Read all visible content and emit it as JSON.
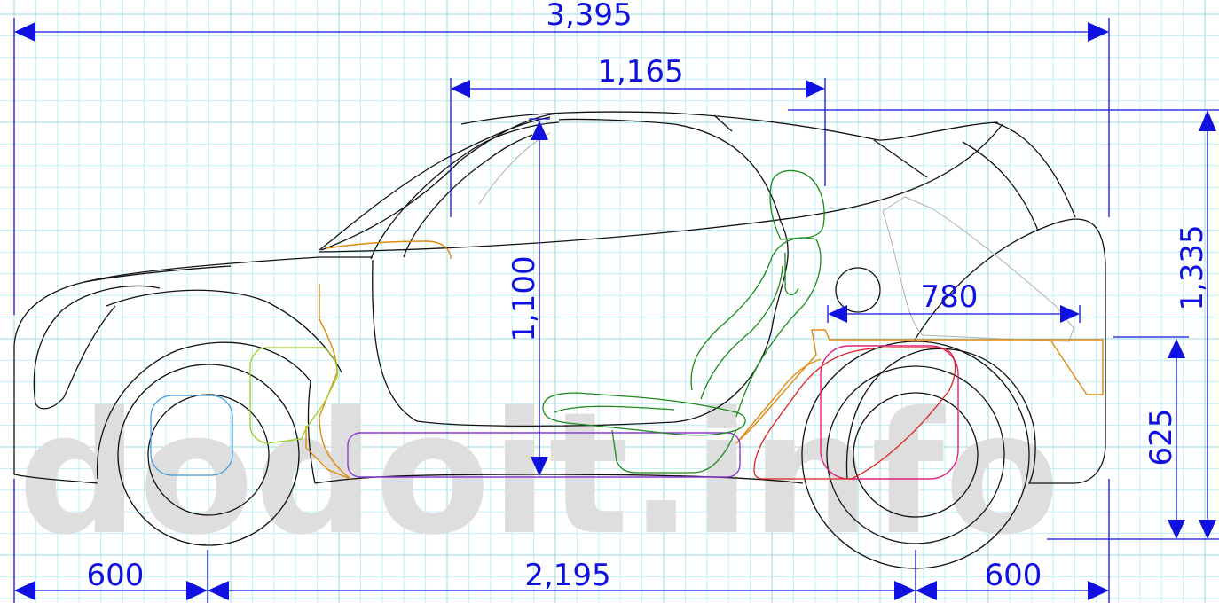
{
  "watermark": "dodoit.info",
  "colors": {
    "grid": "#bfeef4",
    "grid_major": "#9adbe6",
    "dimension": "#1010e0",
    "body_outline": "#111111",
    "seat": "#1a8a1a",
    "chassis": "#e08a10",
    "battery": "#8a3ad0",
    "engine_block": "#e0207a",
    "drive_unit": "#e02020",
    "front_box": "#9ad020",
    "wheel_hub": "#3a9ae0"
  },
  "dimensions": {
    "overall_length": "3,395",
    "cabin_length": "1,165",
    "interior_height": "1,100",
    "rear_module_length": "780",
    "overall_height": "1,335",
    "rear_deck_height": "625",
    "front_overhang": "600",
    "wheelbase": "2,195",
    "rear_overhang": "600"
  },
  "icons": {
    "arrowhead": "dimension-arrowhead-icon"
  }
}
